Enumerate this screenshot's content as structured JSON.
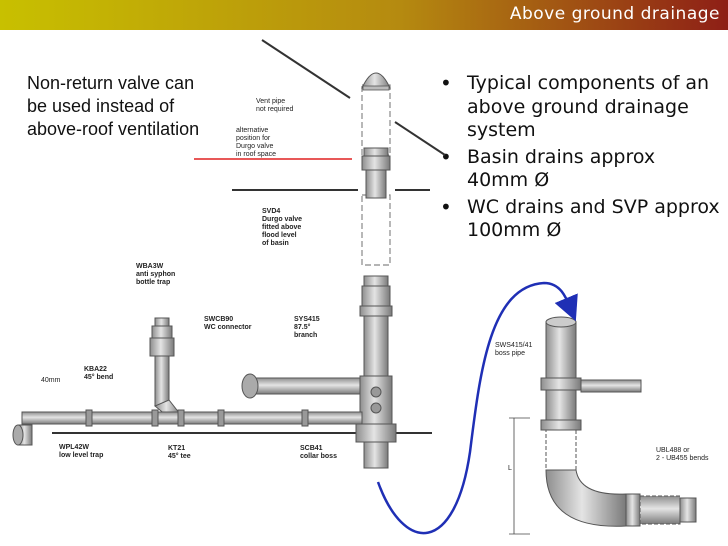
{
  "header": {
    "title": "Above ground drainage"
  },
  "note": {
    "text": "Non-return valve can be used instead of above-roof ventilation"
  },
  "bullets": [
    "Typical components of an above ground drainage system",
    "Basin drains approx 40mm Ø",
    "WC drains and SVP approx 100mm Ø"
  ],
  "diagram": {
    "vent_pipe": "Vent pipe\nnot required",
    "alt_position": "alternative\nposition for\nDurgo valve\nin roof space",
    "svd4": "SVD4\nDurgo valve\nfitted above\nflood level\nof basin",
    "wba3w": "WBA3W\nanti syphon\nbottle trap",
    "swcb90": "SWCB90\nWC connector",
    "sys415": "SYS415\n87.5°\nbranch",
    "kba22": "KBA22\n45° bend",
    "mm40": "40mm",
    "wpl42w": "WPL42W\nlow level trap",
    "kt21": "KT21\n45° tee",
    "scb41": "SCB41\ncollar boss",
    "sws415": "SWS415/41\nboss pipe",
    "ubl488": "UBL488 or\n2 - UB455 bends",
    "l_label": "L"
  },
  "colors": {
    "arrow_blue": "#1f2fb5",
    "pointer_red": "#e02020",
    "pipe_fill": "#c8c8c8",
    "pipe_stroke": "#555555"
  }
}
